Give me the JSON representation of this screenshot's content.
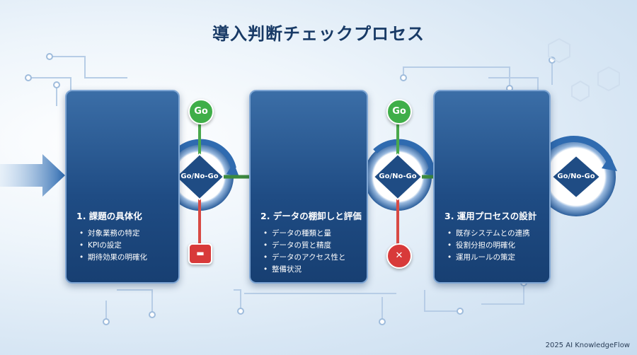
{
  "title": "導入判断チェックプロセス",
  "steps": [
    {
      "title": "1. 課題の具体化",
      "items": [
        "対象業務の特定",
        "KPIの設定",
        "期待効果の明確化"
      ]
    },
    {
      "title": "2. データの棚卸しと評価",
      "items": [
        "データの種類と量",
        "データの質と精度",
        "データのアクセス性と",
        "整備状況"
      ]
    },
    {
      "title": "3. 運用プロセスの設計",
      "items": [
        "既存システムとの連携",
        "役割分担の明確化",
        "運用ルールの策定"
      ]
    }
  ],
  "gates": [
    {
      "go": "Go",
      "label": "Go/No-Go",
      "nogo": "—"
    },
    {
      "go": "Go",
      "label": "Go/No-Go",
      "nogo": "×"
    },
    {
      "label": "Go/No-Go"
    }
  ],
  "footer": "2025 AI KnowledgeFlow",
  "colors": {
    "card": "#1f4c84",
    "go": "#3fae49",
    "nogo": "#d83a3a",
    "arrow": "#3c8a3e",
    "title": "#183a66"
  }
}
